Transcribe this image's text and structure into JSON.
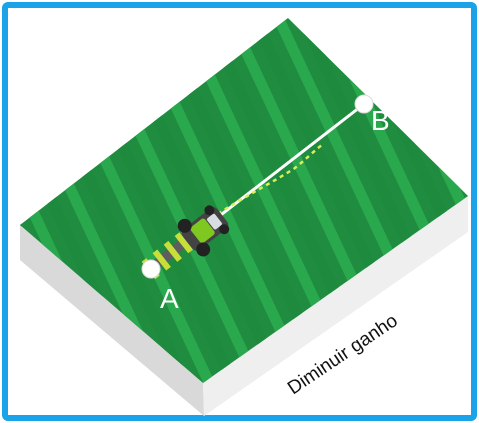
{
  "diagram": {
    "point_a_label": "A",
    "point_b_label": "B",
    "caption": "Diminuir ganho",
    "colors": {
      "border": "#1aa3e8",
      "field_green_dark": "#1d8a3d",
      "field_green_light": "#2aa84e",
      "field_side_left": "#d8d8d8",
      "field_side_right": "#eeeeee",
      "path_line": "#ffffff",
      "actual_path": "#d7e84a",
      "tractor_body": "#4a4a4a",
      "tractor_accent": "#9bd21f"
    }
  }
}
